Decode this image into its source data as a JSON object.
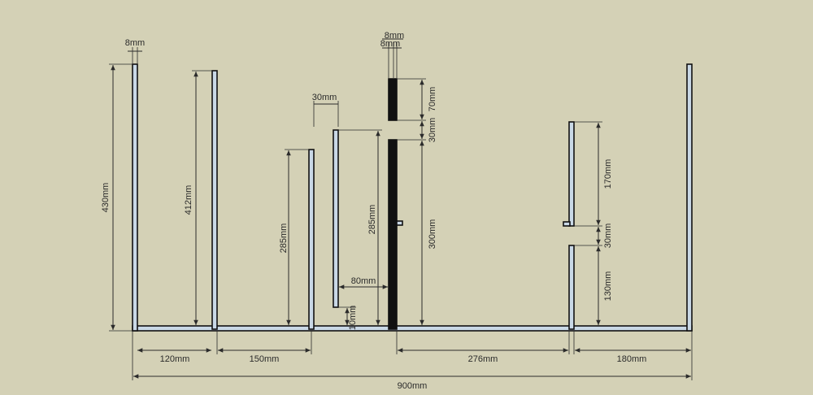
{
  "dimensions": {
    "thickness_left": "8mm",
    "thickness_top_a": "8mm",
    "thickness_top_b": "8mm",
    "gap_30_top": "30mm",
    "h_430": "430mm",
    "h_412": "412mm",
    "h_285_a": "285mm",
    "h_285_b": "285mm",
    "h_70": "70mm",
    "h_30_mid": "30mm",
    "h_300": "300mm",
    "h_80": "80mm",
    "h_10": "10mm",
    "h_170": "170mm",
    "h_30_right": "30mm",
    "h_130": "130mm",
    "w_120": "120mm",
    "w_150": "150mm",
    "w_276": "276mm",
    "w_180": "180mm",
    "w_900": "900mm"
  },
  "colors": {
    "background": "#d4d1b6",
    "panel_fill": "#c9d8e6",
    "panel_stroke": "#111111",
    "dimension_lines": "#2b2b2b"
  }
}
